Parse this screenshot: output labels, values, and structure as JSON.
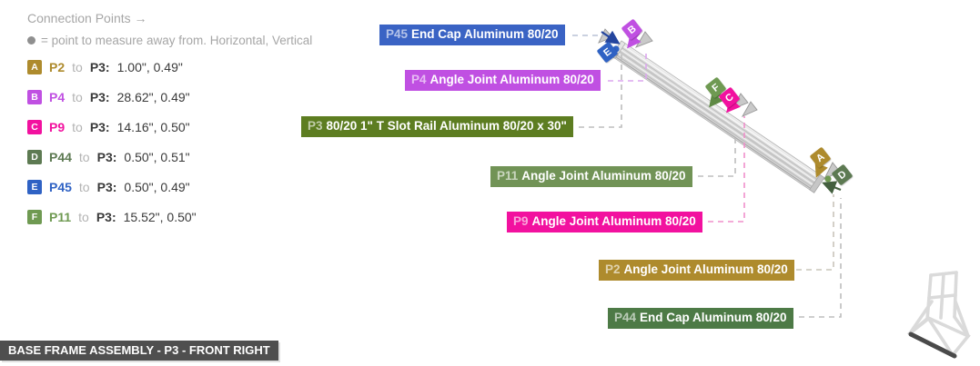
{
  "page": {
    "title_bar": "BASE FRAME ASSEMBLY - P3 - FRONT RIGHT"
  },
  "legend": {
    "title": "Connection Points →",
    "note_symbol": "●",
    "note": "= point to measure away from. Horizontal, Vertical",
    "rows": [
      {
        "letter": "A",
        "part": "P2",
        "to": "to",
        "ref": "P3:",
        "value": "1.00\", 0.49\"",
        "color": "#ae8b2d"
      },
      {
        "letter": "B",
        "part": "P4",
        "to": "to",
        "ref": "P3:",
        "value": "28.62\", 0.49\"",
        "color": "#c050e2"
      },
      {
        "letter": "C",
        "part": "P9",
        "to": "to",
        "ref": "P3:",
        "value": "14.16\", 0.50\"",
        "color": "#f2119f"
      },
      {
        "letter": "D",
        "part": "P44",
        "to": "to",
        "ref": "P3:",
        "value": "0.50\", 0.51\"",
        "color": "#5d7a52"
      },
      {
        "letter": "E",
        "part": "P45",
        "to": "to",
        "ref": "P3:",
        "value": "0.50\", 0.49\"",
        "color": "#2f62c4"
      },
      {
        "letter": "F",
        "part": "P11",
        "to": "to",
        "ref": "P3:",
        "value": "15.52\", 0.50\"",
        "color": "#6f9a52"
      }
    ]
  },
  "callouts": [
    {
      "prefix": "P45",
      "text": "End Cap Aluminum 80/20",
      "color": "#3a63c4"
    },
    {
      "prefix": "P4",
      "text": "Angle Joint Aluminum 80/20",
      "color": "#c050e2"
    },
    {
      "prefix": "P3",
      "text": "80/20 1\" T Slot Rail Aluminum 80/20 x 30\"",
      "color": "#5d7d21"
    },
    {
      "prefix": "P11",
      "text": "Angle Joint Aluminum 80/20",
      "color": "#719356"
    },
    {
      "prefix": "P9",
      "text": "Angle Joint Aluminum 80/20",
      "color": "#f2119f"
    },
    {
      "prefix": "P2",
      "text": "Angle Joint Aluminum 80/20",
      "color": "#ae8b2d"
    },
    {
      "prefix": "P44",
      "text": "End Cap Aluminum 80/20",
      "color": "#4d7a46"
    }
  ]
}
